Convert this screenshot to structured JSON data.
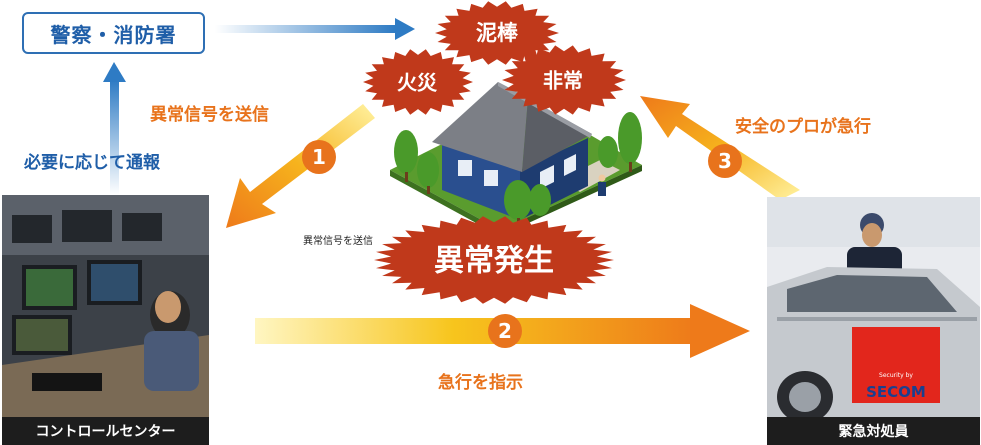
{
  "police": {
    "label": "警察・消防署"
  },
  "bursts": {
    "theft": "泥棒",
    "fire": "火災",
    "emergency": "非常",
    "incident": "異常発生"
  },
  "steps": {
    "step1": {
      "number": "1",
      "label": "異常信号を送信"
    },
    "step2": {
      "number": "2",
      "label": "急行を指示"
    },
    "step3": {
      "number": "3",
      "label": "安全のプロが急行"
    }
  },
  "report_label": "必要に応じて通報",
  "small_signal_label": "異常信号を送信",
  "control_center": {
    "caption": "コントロールセンター"
  },
  "responder": {
    "caption": "緊急対処員",
    "car_logo": "SECOM",
    "car_logo_small": "Security by"
  },
  "colors": {
    "orange": "#e8731c",
    "blue": "#1f5ea8",
    "burst_red": "#c0391b"
  }
}
